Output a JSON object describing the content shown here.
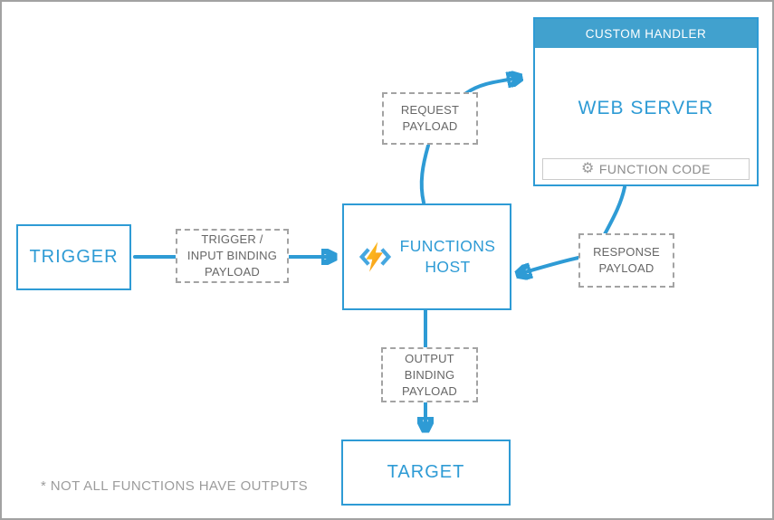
{
  "footnote": "* NOT ALL FUNCTIONS HAVE OUTPUTS",
  "colors": {
    "accent_blue": "#2E9BD5",
    "custom_handler_header_fill": "#41A1CE",
    "dashed_border_gray": "#A3A3A3",
    "dashed_text_gray": "#666666",
    "function_code_gray": "#8C8C8C",
    "footnote_gray": "#9C9C9C",
    "bolt_yellow": "#FFC71C",
    "bolt_orange": "#F7941E"
  },
  "icons": {
    "functions_host_icon": "azure-functions-lightning-icon",
    "function_code_icon": "gear-icon"
  },
  "nodes": {
    "trigger": {
      "label": "TRIGGER"
    },
    "trigger_input_binding_payload": {
      "label": "TRIGGER /\nINPUT BINDING\nPAYLOAD"
    },
    "functions_host": {
      "label": "FUNCTIONS\nHOST"
    },
    "request_payload": {
      "label": "REQUEST\nPAYLOAD"
    },
    "custom_handler": {
      "header": "CUSTOM HANDLER",
      "web_server": "WEB SERVER",
      "function_code": "FUNCTION CODE"
    },
    "response_payload": {
      "label": "RESPONSE\nPAYLOAD"
    },
    "output_binding_payload": {
      "label": "OUTPUT\nBINDING\nPAYLOAD"
    },
    "target": {
      "label": "TARGET"
    }
  }
}
